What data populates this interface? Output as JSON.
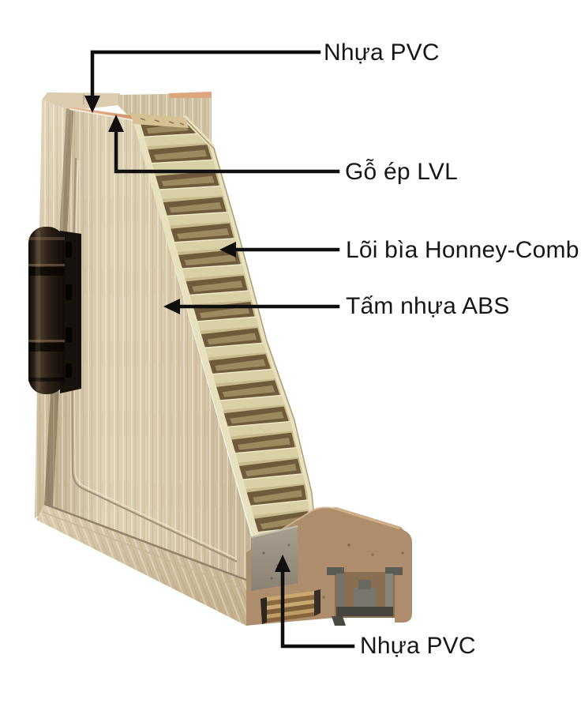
{
  "diagram": {
    "background": "#ffffff",
    "annotation_color": "#0f0f0f",
    "labels": [
      {
        "id": "pvc-top",
        "text": "Nhựa PVC"
      },
      {
        "id": "lvl",
        "text": "Gỗ ép LVL"
      },
      {
        "id": "honeycomb",
        "text": "Lõi bìa Honney-Comb"
      },
      {
        "id": "abs",
        "text": "Tấm nhựa ABS"
      },
      {
        "id": "pvc-bottom",
        "text": "Nhựa PVC"
      }
    ],
    "palette": {
      "door_face_wood": "#d5c5a5",
      "frame_wood": "#d6c6a8",
      "edge_band_pvc": "#dfa47c",
      "lvl_edge": "#d4c294",
      "honeycomb_cell_dark": "#6f5a3b",
      "honeycomb_cut_edge": "#e8e1bd",
      "hinge_dark": "#1d1510",
      "threshold_tan": "#ae8d6d",
      "bottom_rail_grey": "#9d9486",
      "metal_channel_grey": "#75746a"
    }
  }
}
